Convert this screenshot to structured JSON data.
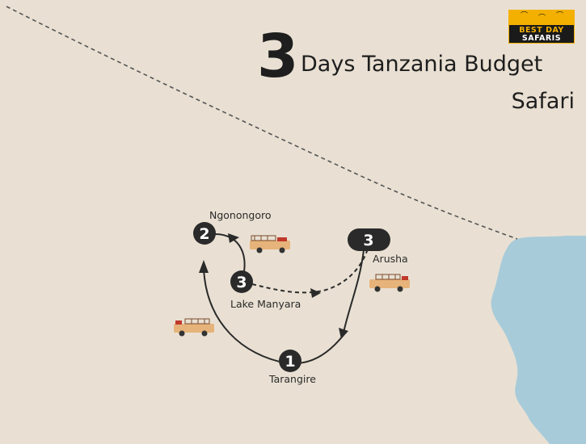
{
  "title": {
    "number": "3",
    "line1": "Days Tanzania Budget",
    "line2": "Safari"
  },
  "logo": {
    "line1": "BEST DAY",
    "line2": "SAFARIS"
  },
  "places": {
    "ngorongoro": "Ngonongoro",
    "lake_manyara": "Lake Manyara",
    "arusha": "Arusha",
    "tarangire": "Tarangire"
  },
  "stops": {
    "tarangire": "1",
    "ngorongoro": "2",
    "lake_manyara": "3",
    "arusha": "3"
  },
  "colors": {
    "land": "#e9e0d3",
    "water": "#a8cbd9",
    "route": "#2a2a2a",
    "marker": "#2a2a2a",
    "accent": "#f4b000"
  },
  "icons": [
    "safari-jeep-icon",
    "bird-icon"
  ]
}
